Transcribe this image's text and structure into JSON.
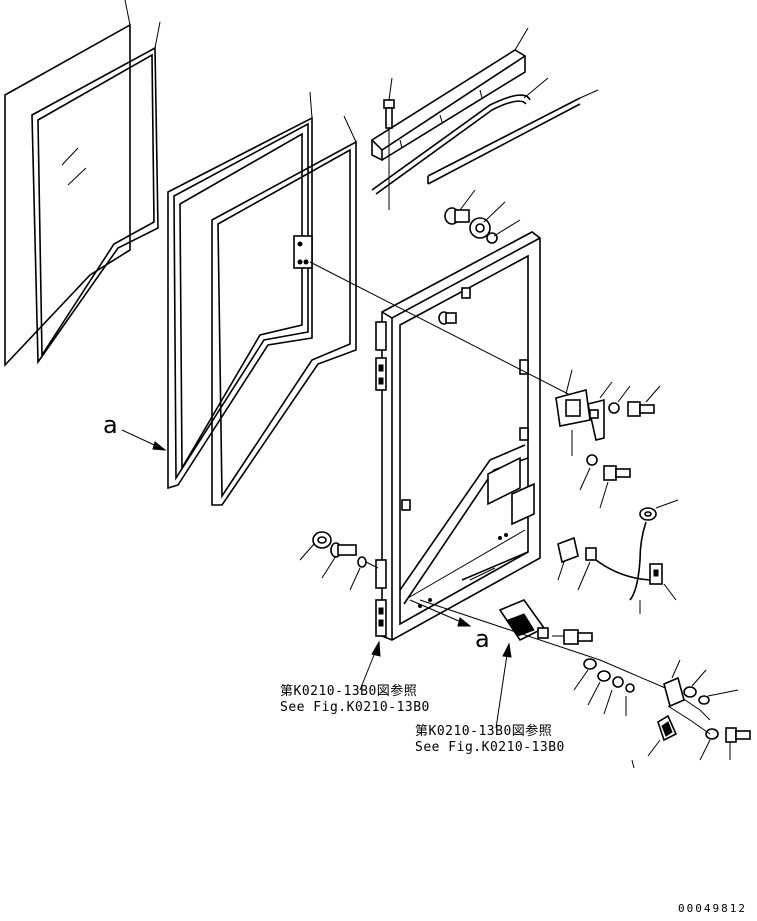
{
  "reference_notes": [
    {
      "jp": "第K0210-13B0図参照",
      "en": "See Fig.K0210-13B0"
    },
    {
      "jp": "第K0210-13B0図参照",
      "en": "See Fig.K0210-13B0"
    }
  ],
  "view_label": "a",
  "catalog_number": "00049812"
}
